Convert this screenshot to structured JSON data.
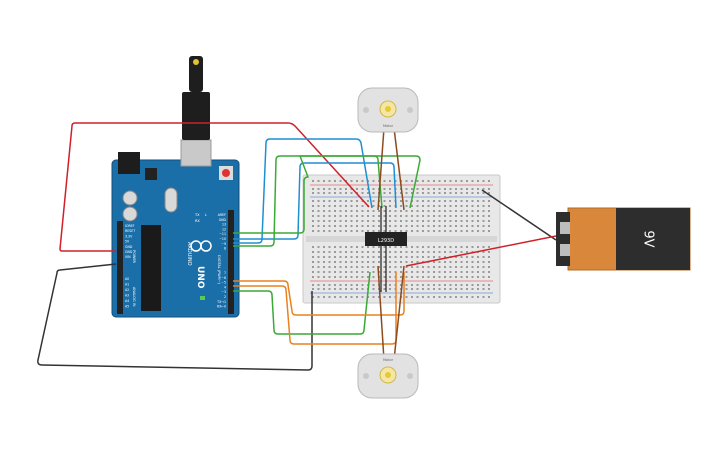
{
  "board": {
    "brand": "ARDUINO",
    "model": "UNO",
    "power_header": "POWER",
    "analog_header": "ANALOG IN",
    "digital_header": "DIGITAL (PWM~)",
    "led_tx": "TX",
    "led_rx": "RX",
    "led_l": "L",
    "power_pins": [
      "IOREF",
      "RESET",
      "3.3V",
      "5V",
      "GND",
      "GND",
      "VIN"
    ],
    "analog_pins": [
      "A0",
      "A1",
      "A2",
      "A3",
      "A4",
      "A5"
    ],
    "digital_top_pins": [
      "AREF",
      "GND",
      "13",
      "12",
      "~11",
      "~10",
      "~9",
      "8"
    ],
    "digital_bottom_pins": [
      "7",
      "~6",
      "~5",
      "4",
      "~3",
      "2",
      "TX→1",
      "RX←0"
    ]
  },
  "driver_chip": {
    "label": "L293D"
  },
  "battery": {
    "label": "9V"
  },
  "motors": [
    {
      "label": "Motor"
    },
    {
      "label": "Motor"
    }
  ],
  "colors": {
    "board": "#1b6fa8",
    "battery_body": "#d9883b",
    "battery_cap": "#2d2d2d",
    "wire_red": "#d0202a",
    "wire_black": "#333333",
    "wire_blue": "#1e8fd0",
    "wire_green": "#3aa935",
    "wire_orange": "#e9811f",
    "wire_brown": "#8a4b1f"
  }
}
